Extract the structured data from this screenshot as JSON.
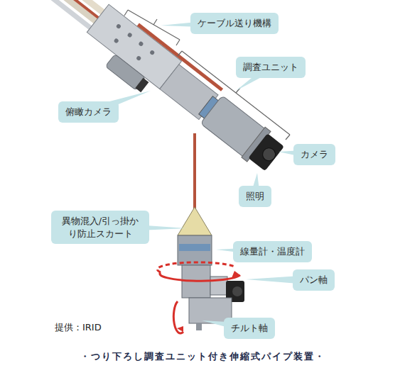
{
  "diagram": {
    "caption": "・つり下ろし調査ユニット付き伸縮式パイプ装置・",
    "nodes": [
      {
        "text": [
          "ケーブル送り機構"
        ]
      },
      {
        "text": [
          "調査ユニット"
        ]
      },
      {
        "text": [
          "俯瞰カメラ"
        ]
      },
      {
        "text": [
          "カメラ"
        ]
      },
      {
        "text": [
          "照明"
        ]
      },
      {
        "text": [
          "異物混入/引っ掛かり防止スカート"
        ]
      },
      {
        "text": [
          "線量計・温度計"
        ]
      },
      {
        "text": [
          "パン軸"
        ]
      },
      {
        "text": [
          "チルト軸"
        ]
      }
    ],
    "labels": [
      "提供：IRID"
    ]
  }
}
